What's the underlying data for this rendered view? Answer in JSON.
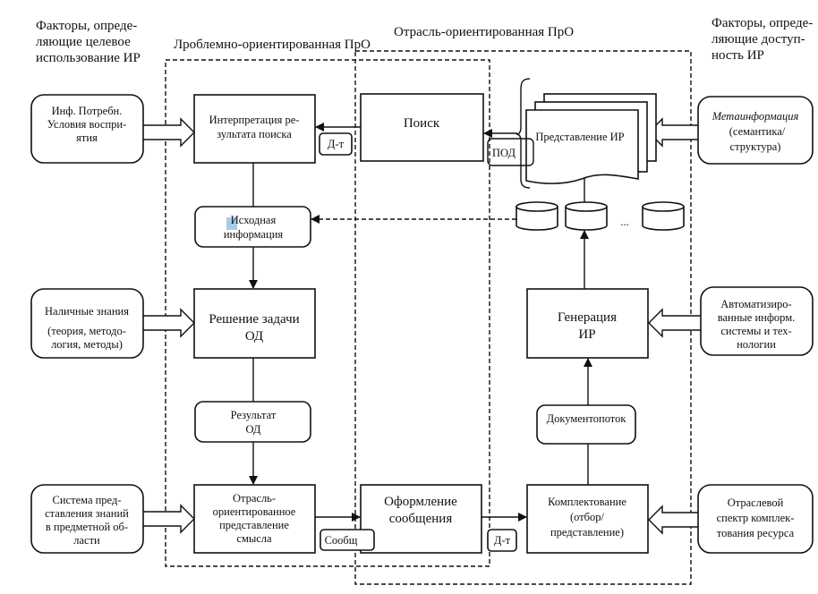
{
  "headers": {
    "left_factors": [
      "Факторы, опреде-",
      "ляющие целевое",
      "использование ИР"
    ],
    "problem_domain": "Лроблемно-ориентированная ПрО",
    "industry_domain": "Отрасль-ориентированная ПрО",
    "right_factors": [
      "Факторы, опреде-",
      "ляющие доступ-",
      "ность ИР"
    ]
  },
  "left_inputs": [
    [
      "Инф. Потребн.",
      "Условия воспри-",
      "ятия"
    ],
    [
      "Наличные знания",
      "(теория, методо-",
      "логия, методы)"
    ],
    [
      "Система пред-",
      "ставления знаний",
      "в предметной об-",
      "ласти"
    ]
  ],
  "right_inputs": [
    [
      "Метаинформация",
      "(семантика/",
      "структура)"
    ],
    [
      "Автоматизиро-",
      "ванные информ.",
      "системы и тех-",
      "нологии"
    ],
    [
      "Отраслевой",
      "спектр комплек-",
      "тования ресурса"
    ]
  ],
  "process": {
    "interpretation": [
      "Интерпретация ре-",
      "зультата поиска"
    ],
    "source_info": [
      "Исходная",
      "информация"
    ],
    "solve": [
      "Решение задачи",
      "ОД"
    ],
    "result": [
      "Результат",
      "ОД"
    ],
    "representation": [
      "Отрасль-",
      "ориентированное",
      "представление",
      "смысла"
    ],
    "search": "Поиск",
    "ir_representation": "Представление ИР",
    "pod": "ПОД",
    "doc_label_1": "Д-т",
    "doc_label_2": "Д-т",
    "message_label": "Сообщ",
    "message_format": [
      "Оформление",
      "сообщения"
    ],
    "acquisition": [
      "Комплектование",
      "(отбор/",
      "представление)"
    ],
    "docflow": "Документопоток",
    "generation": [
      "Генерация",
      "ИР"
    ],
    "ellipsis": "..."
  }
}
